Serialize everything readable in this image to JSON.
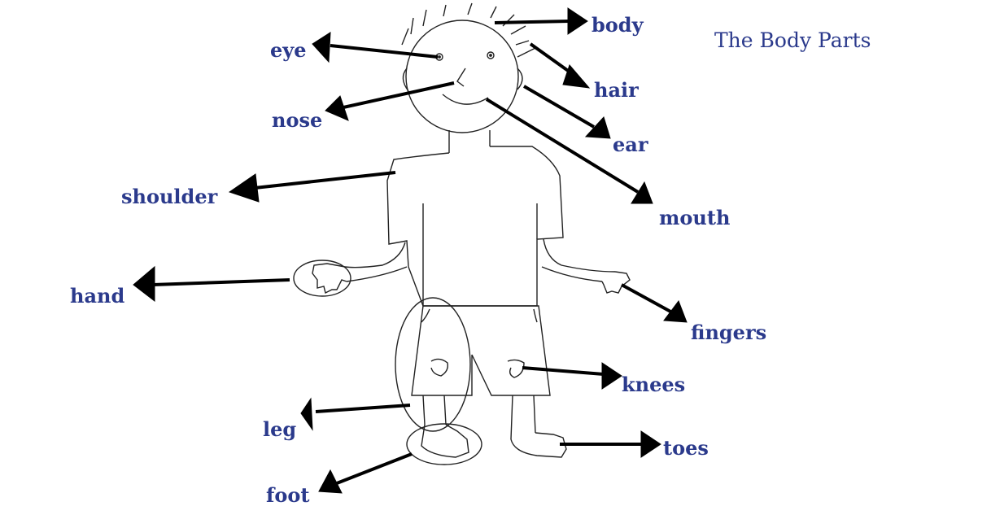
{
  "title": "The Body Parts",
  "labels": {
    "body": "body",
    "hair": "hair",
    "eye": "eye",
    "nose": "nose",
    "ear": "ear",
    "mouth": "mouth",
    "shoulder": "shoulder",
    "hand": "hand",
    "fingers": "fingers",
    "knees": "knees",
    "leg": "leg",
    "toes": "toes",
    "foot": "foot"
  },
  "colors": {
    "label_text": "#2b3a8c",
    "line_art": "#222222",
    "arrow": "#000000",
    "background": "#ffffff"
  }
}
